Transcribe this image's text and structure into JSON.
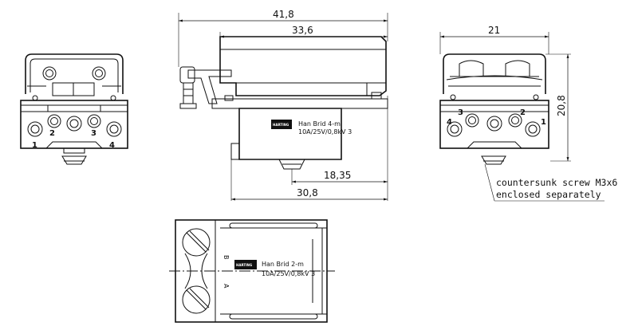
{
  "dimensions": {
    "overall_length": "41,8",
    "body_length": "33,6",
    "width": "21",
    "height": "20,8",
    "screw_offset": "18,35",
    "base_length": "30,8"
  },
  "pin_numbers": {
    "front": [
      "1",
      "2",
      "3",
      "4"
    ],
    "rear": [
      "4",
      "3",
      "2",
      "1"
    ]
  },
  "side_label": {
    "brand": "HARTING",
    "product": "Han Brid",
    "variant": "4-m",
    "rating": "10A/25V/0,8kV 3"
  },
  "top_label": {
    "brand": "HARTING",
    "product": "Han Brid",
    "variant": "2-m",
    "rating": "10A/25V/0,8kV 3",
    "marker_a": "A",
    "marker_b": "B"
  },
  "note": {
    "line1": "countersunk screw M3x6",
    "line2": "enclosed separately"
  }
}
